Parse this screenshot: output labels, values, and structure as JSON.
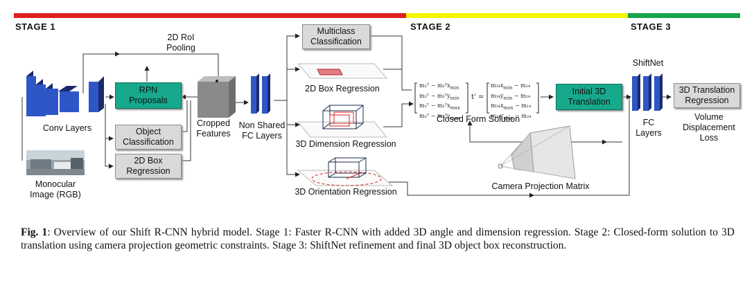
{
  "stages": {
    "stage1_label": "STAGE 1",
    "stage2_label": "STAGE 2",
    "stage3_label": "STAGE 3",
    "stage1_color": "#e02020",
    "stage2_color": "#f5f500",
    "stage3_color": "#16a34a"
  },
  "stage1": {
    "roi_pooling": "2D RoI\nPooling",
    "conv_layers": "Conv Layers",
    "input_image": "Monocular\nImage (RGB)",
    "rpn": "RPN\nProposals",
    "object_classification": "Object\nClassification",
    "box_regression_2d": "2D Box\nRegression",
    "cropped_features": "Cropped\nFeatures",
    "non_shared_fc": "Non Shared\nFC Layers",
    "multiclass": "Multiclass\nClassification",
    "box_regression_panel": "2D Box Regression",
    "dimension_regression": "3D Dimension Regression",
    "orientation_regression": "3D Orientation Regression"
  },
  "stage2": {
    "closed_form": "Closed Form Solution",
    "initial_translation": "Initial 3D\nTranslation",
    "camera_projection": "Camera Projection Matrix",
    "t_symbol": "t' ="
  },
  "stage3": {
    "shiftnet": "ShiftNet",
    "fc_layers": "FC\nLayers",
    "translation_regression": "3D Translation\nRegression",
    "loss": "Volume\nDisplacement\nLoss"
  },
  "caption": {
    "label": "Fig. 1",
    "text": ": Overview of our Shift R-CNN hybrid model. Stage 1: Faster R-CNN with added 3D angle and dimension regression. Stage 2: Closed-form solution to 3D translation using camera projection geometric constraints. Stage 3: ShiftNet refinement and final 3D object box reconstruction."
  },
  "colors": {
    "layer_blue": "#2f56c6",
    "teal": "#17a98c",
    "gray_box": "#d9d9d9"
  }
}
